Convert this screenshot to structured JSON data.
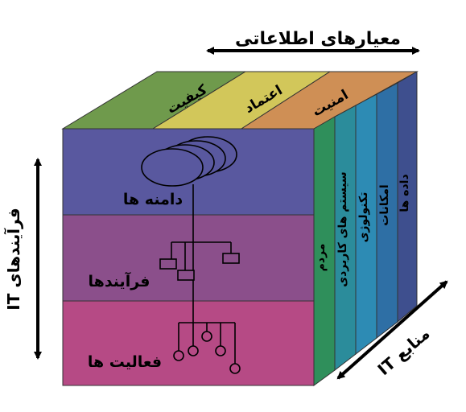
{
  "top_axis": {
    "label": "معیارهای اطلاعاتی"
  },
  "left_axis": {
    "label": "فرآیندهای IT"
  },
  "right_axis": {
    "label": "منابع IT"
  },
  "criteria": [
    {
      "label": "کیفیت",
      "color": "#6f9a4c"
    },
    {
      "label": "اعتماد",
      "color": "#d2c75a"
    },
    {
      "label": "امنیت",
      "color": "#cf8f55"
    }
  ],
  "process_levels": [
    {
      "label": "دامنه ها",
      "color": "#59589f"
    },
    {
      "label": "فرآیندها",
      "color": "#8b4f8b"
    },
    {
      "label": "فعالیت ها",
      "color": "#b64a85"
    }
  ],
  "resources": [
    {
      "label": "مردم",
      "color": "#2f8f5b"
    },
    {
      "label": "سیستم های کاربردی",
      "color": "#2b8c9b"
    },
    {
      "label": "تکنولوژی",
      "color": "#2d8bb4"
    },
    {
      "label": "امکانات",
      "color": "#2e6fa5"
    },
    {
      "label": "داده ها",
      "color": "#3e4f8e"
    }
  ]
}
